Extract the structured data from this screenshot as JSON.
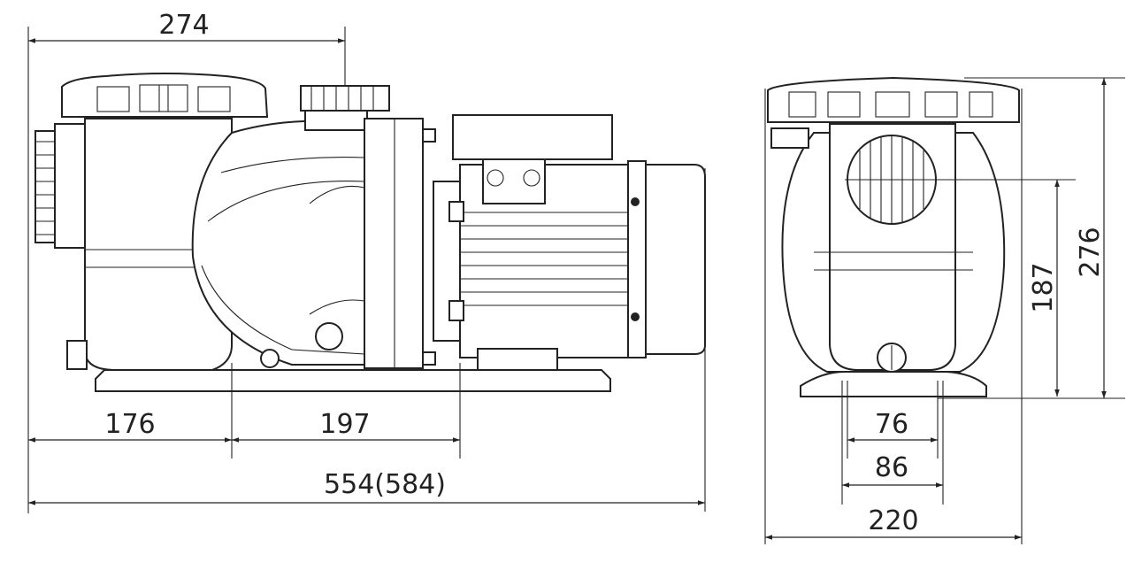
{
  "dimensions": {
    "overall_top_length": "274",
    "foot_offset": "176",
    "foot_spacing": "197",
    "overall_length": "554(584)",
    "total_height": "276",
    "inlet_height": "187",
    "foot_inner_width": "76",
    "foot_outer_width": "86",
    "total_width": "220"
  }
}
